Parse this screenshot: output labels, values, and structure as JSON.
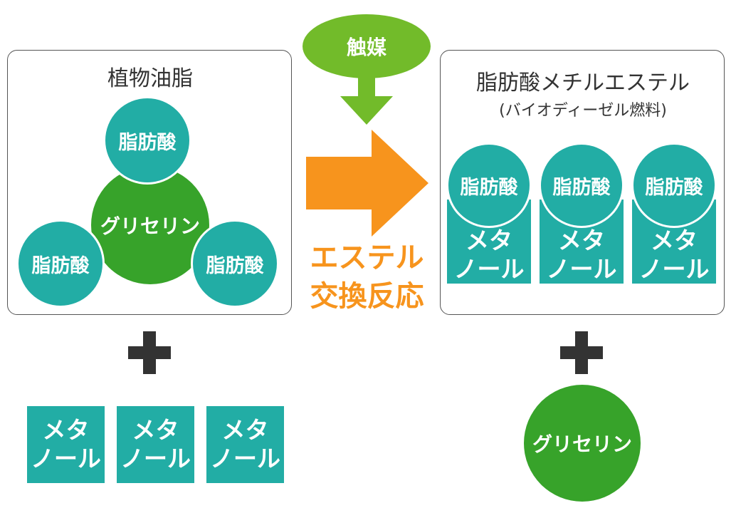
{
  "left_panel": {
    "title": "植物油脂",
    "glycerin": "グリセリン",
    "fatty_acids": [
      "脂肪酸",
      "脂肪酸",
      "脂肪酸"
    ]
  },
  "left_methanol": [
    "メタ\nノール",
    "メタ\nノール",
    "メタ\nノール"
  ],
  "catalyst": "触媒",
  "reaction": {
    "line1": "エステル",
    "line2": "交換反応"
  },
  "right_panel": {
    "title": "脂肪酸メチルエステル",
    "subtitle": "(バイオディーゼル燃料)",
    "units": [
      {
        "fatty_acid": "脂肪酸",
        "methanol": "メタ\nノール"
      },
      {
        "fatty_acid": "脂肪酸",
        "methanol": "メタ\nノール"
      },
      {
        "fatty_acid": "脂肪酸",
        "methanol": "メタ\nノール"
      }
    ]
  },
  "right_glycerin": "グリセリン",
  "colors": {
    "teal": "#22ada5",
    "green": "#37a32a",
    "lime": "#72bb2a",
    "orange": "#f7941d",
    "dark": "#333333"
  },
  "icons": [
    "plus-icon",
    "down-arrow-icon",
    "right-arrow-icon"
  ]
}
